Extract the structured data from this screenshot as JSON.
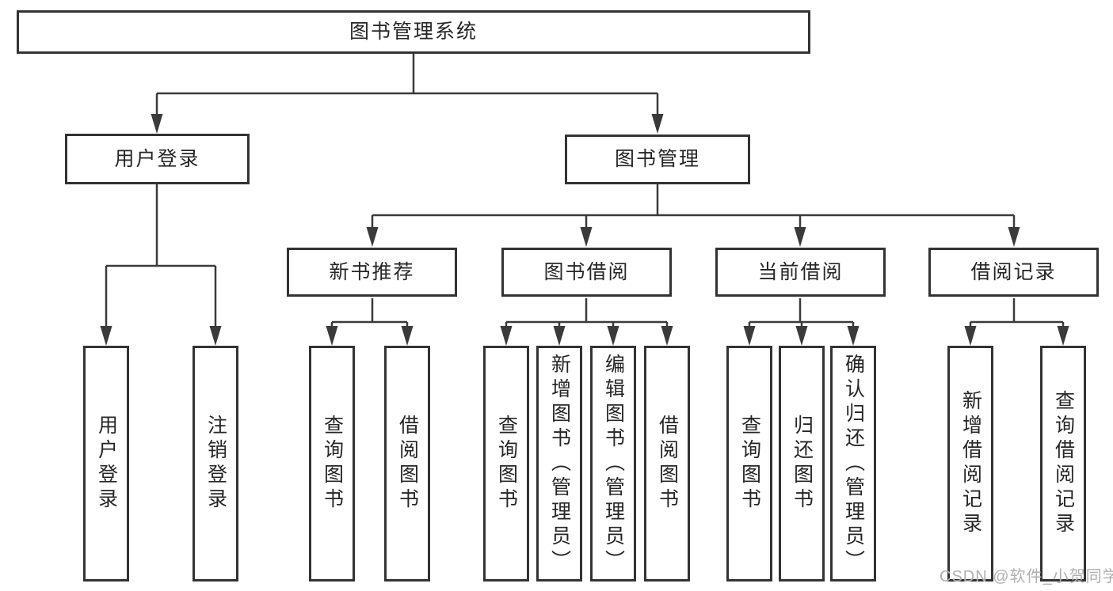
{
  "diagram": {
    "type": "hierarchy-tree",
    "title": "图书管理系统",
    "colors": {
      "background": "#ffffff",
      "line": "#3a3a3a",
      "box_border": "#333333",
      "text": "#262626",
      "watermark": "#b0b0b0"
    },
    "root": {
      "label": "图书管理系统"
    },
    "level2": [
      {
        "id": "user-login",
        "label": "用户登录"
      },
      {
        "id": "book-management",
        "label": "图书管理"
      }
    ],
    "level3": [
      {
        "id": "new-book-recommend",
        "parent": "图书管理",
        "label": "新书推荐"
      },
      {
        "id": "book-borrow",
        "parent": "图书管理",
        "label": "图书借阅"
      },
      {
        "id": "current-borrow",
        "parent": "图书管理",
        "label": "当前借阅"
      },
      {
        "id": "borrow-record",
        "parent": "图书管理",
        "label": "借阅记录"
      }
    ],
    "leaves": [
      {
        "id": "user-login-leaf",
        "parent": "用户登录",
        "label": "用户登录"
      },
      {
        "id": "logout",
        "parent": "用户登录",
        "label": "注销登录"
      },
      {
        "id": "query-book-1",
        "parent": "新书推荐",
        "label": "查询图书"
      },
      {
        "id": "borrow-book-1",
        "parent": "新书推荐",
        "label": "借阅图书"
      },
      {
        "id": "query-book-2",
        "parent": "图书借阅",
        "label": "查询图书"
      },
      {
        "id": "add-book",
        "parent": "图书借阅",
        "label": "新增图书（管理员）"
      },
      {
        "id": "edit-book",
        "parent": "图书借阅",
        "label": "编辑图书（管理员）"
      },
      {
        "id": "borrow-book-2",
        "parent": "图书借阅",
        "label": "借阅图书"
      },
      {
        "id": "query-book-3",
        "parent": "当前借阅",
        "label": "查询图书"
      },
      {
        "id": "return-book",
        "parent": "当前借阅",
        "label": "归还图书"
      },
      {
        "id": "confirm-return",
        "parent": "当前借阅",
        "label": "确认归还（管理员）"
      },
      {
        "id": "add-borrow-record",
        "parent": "借阅记录",
        "label": "新增借阅记录"
      },
      {
        "id": "query-borrow-record",
        "parent": "借阅记录",
        "label": "查询借阅记录"
      }
    ],
    "watermark": "CSDN @软件_小贺同学"
  }
}
